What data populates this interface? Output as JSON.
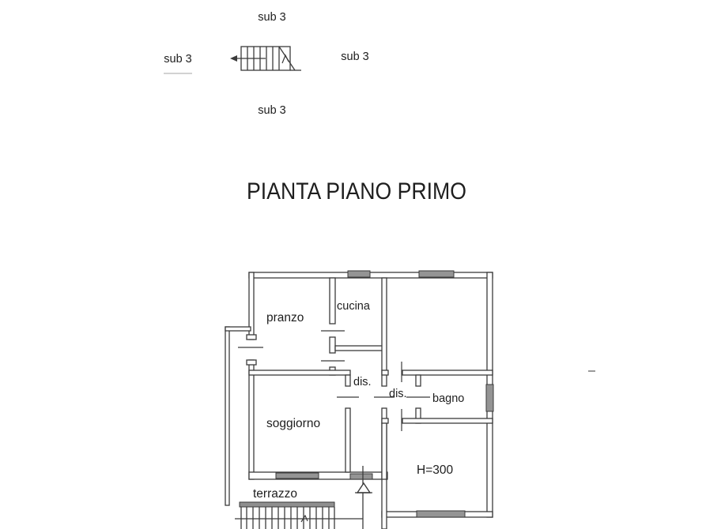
{
  "document": {
    "title": "PIANTA PIANO PRIMO"
  },
  "stair_diagram": {
    "label_top": "sub 3",
    "label_left": "sub 3",
    "label_right": "sub 3",
    "label_bottom": "sub 3"
  },
  "floor_plan": {
    "rooms": {
      "pranzo": "pranzo",
      "cucina": "cucina",
      "disimpegno_1": "dis.",
      "disimpegno_2": "dis.",
      "bagno": "bagno",
      "soggiorno": "soggiorno",
      "terrazzo": "terrazzo"
    },
    "annotations": {
      "ceiling_height": "H=300"
    }
  },
  "colors": {
    "paper": "#ffffff",
    "ink": "#3b3b3b",
    "text": "#1e1e1e",
    "window_hatch": "#949494"
  }
}
